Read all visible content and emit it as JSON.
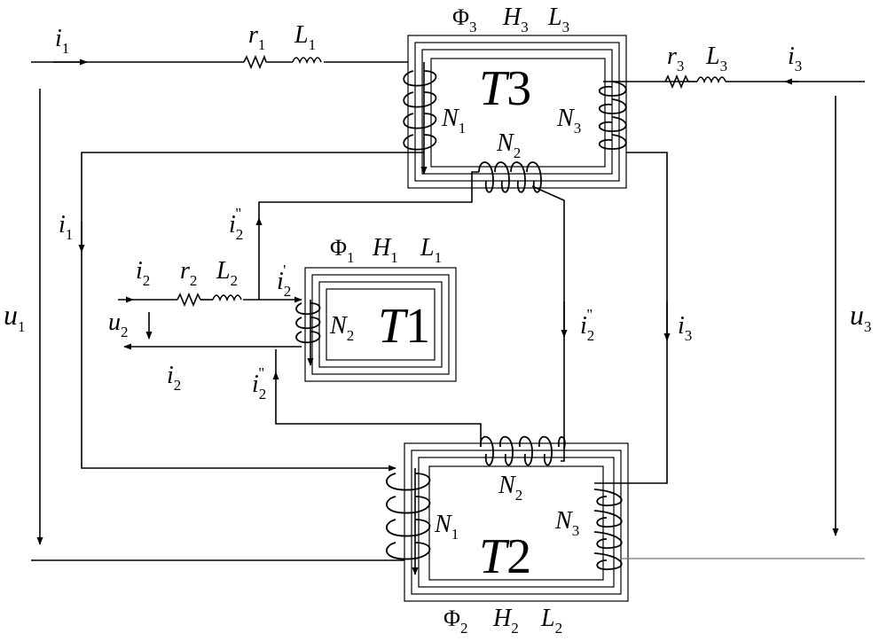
{
  "labels": {
    "i1_top": {
      "base": "i",
      "sub": "1"
    },
    "r1": {
      "base": "r",
      "sub": "1"
    },
    "L1_top": {
      "base": "L",
      "sub": "1"
    },
    "phi3": {
      "base": "Φ",
      "sub": "3"
    },
    "H3": {
      "base": "H",
      "sub": "3"
    },
    "L3_core": {
      "base": "L",
      "sub": "3"
    },
    "r3": {
      "base": "r",
      "sub": "3"
    },
    "L3_line": {
      "base": "L",
      "sub": "3"
    },
    "i3_top": {
      "base": "i",
      "sub": "3"
    },
    "T3": {
      "base": "T",
      "sub": "3"
    },
    "N1_T3": {
      "base": "N",
      "sub": "1"
    },
    "N3_T3": {
      "base": "N",
      "sub": "3"
    },
    "N2_T3": {
      "base": "N",
      "sub": "2"
    },
    "i1_left": {
      "base": "i",
      "sub": "1"
    },
    "i2pp_top": {
      "base": "i",
      "sub": "2",
      "sup": "\""
    },
    "phi1": {
      "base": "Φ",
      "sub": "1"
    },
    "H1": {
      "base": "H",
      "sub": "1"
    },
    "L1_core": {
      "base": "L",
      "sub": "1"
    },
    "i2_in": {
      "base": "i",
      "sub": "2"
    },
    "r2": {
      "base": "r",
      "sub": "2"
    },
    "L2_line": {
      "base": "L",
      "sub": "2"
    },
    "i2p": {
      "base": "i",
      "sub": "2",
      "sup": "'"
    },
    "u2": {
      "base": "u",
      "sub": "2"
    },
    "N2_T1": {
      "base": "N",
      "sub": "2"
    },
    "T1": {
      "base": "T",
      "sub": "1"
    },
    "i2_out": {
      "base": "i",
      "sub": "2"
    },
    "i2pp_bottom": {
      "base": "i",
      "sub": "2",
      "sup": "\""
    },
    "i2pp_mid": {
      "base": "i",
      "sub": "2",
      "sup": "\""
    },
    "i3_mid": {
      "base": "i",
      "sub": "3"
    },
    "u1": {
      "base": "u",
      "sub": "1"
    },
    "u3": {
      "base": "u",
      "sub": "3"
    },
    "N2_T2": {
      "base": "N",
      "sub": "2"
    },
    "N1_T2": {
      "base": "N",
      "sub": "1"
    },
    "N3_T2": {
      "base": "N",
      "sub": "3"
    },
    "T2": {
      "base": "T",
      "sub": "2"
    },
    "phi2": {
      "base": "Φ",
      "sub": "2"
    },
    "H2": {
      "base": "H",
      "sub": "2"
    },
    "L2_core": {
      "base": "L",
      "sub": "2"
    }
  }
}
